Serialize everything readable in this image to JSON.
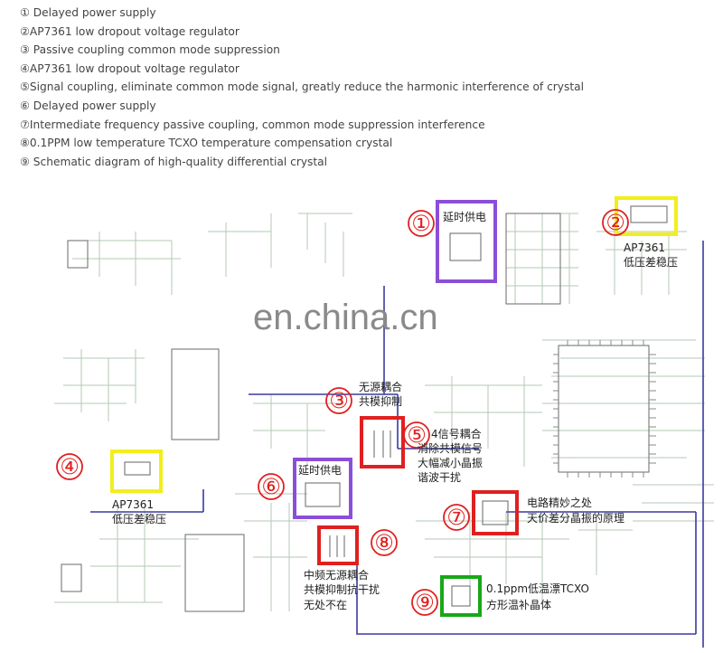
{
  "legend": [
    "① Delayed power supply",
    "②AP7361 low dropout voltage regulator",
    "③ Passive coupling common mode suppression",
    "④AP7361 low dropout voltage regulator",
    "⑤Signal coupling, eliminate common mode signal, greatly reduce the harmonic interference of crystal",
    "⑥ Delayed power supply",
    "⑦Intermediate frequency passive coupling, common mode suppression interference",
    "⑧0.1PPM low temperature TCXO temperature compensation crystal",
    "⑨ Schematic diagram of high-quality differential crystal"
  ],
  "callouts": {
    "c1": {
      "num": "①",
      "text": "延时供电"
    },
    "c2": {
      "num": "②",
      "text1": "AP7361",
      "text2": "低压差稳压"
    },
    "c3": {
      "num": "③",
      "text1": "无源耦合",
      "text2": "共模抑制"
    },
    "c4": {
      "num": "④",
      "text1": "AP7361",
      "text2": "低压差稳压"
    },
    "c5": {
      "num": "⑤",
      "text1": "4信号耦合",
      "text2": "消除共模信号",
      "text3": "大幅减小晶振",
      "text4": "谐波干扰"
    },
    "c6": {
      "num": "⑥",
      "text": "延时供电"
    },
    "c7": {
      "num": "⑦",
      "text1": "电路精妙之处",
      "text2": "天价差分晶振的原理"
    },
    "c8": {
      "num": "⑧",
      "text1": "中频无源耦合",
      "text2": "共模抑制抗干扰",
      "text3": "无处不在"
    },
    "c9": {
      "num": "⑨",
      "text1": "0.1ppm低温漂TCXO",
      "text2": "方形温补晶体"
    }
  },
  "watermark": "en.china.cn",
  "colors": {
    "purple": "#8a4fd8",
    "yellow": "#f2ee1a",
    "red": "#e02020",
    "green": "#18a818",
    "wire": "#3a3aa0",
    "trace": "#6b8f6b"
  }
}
